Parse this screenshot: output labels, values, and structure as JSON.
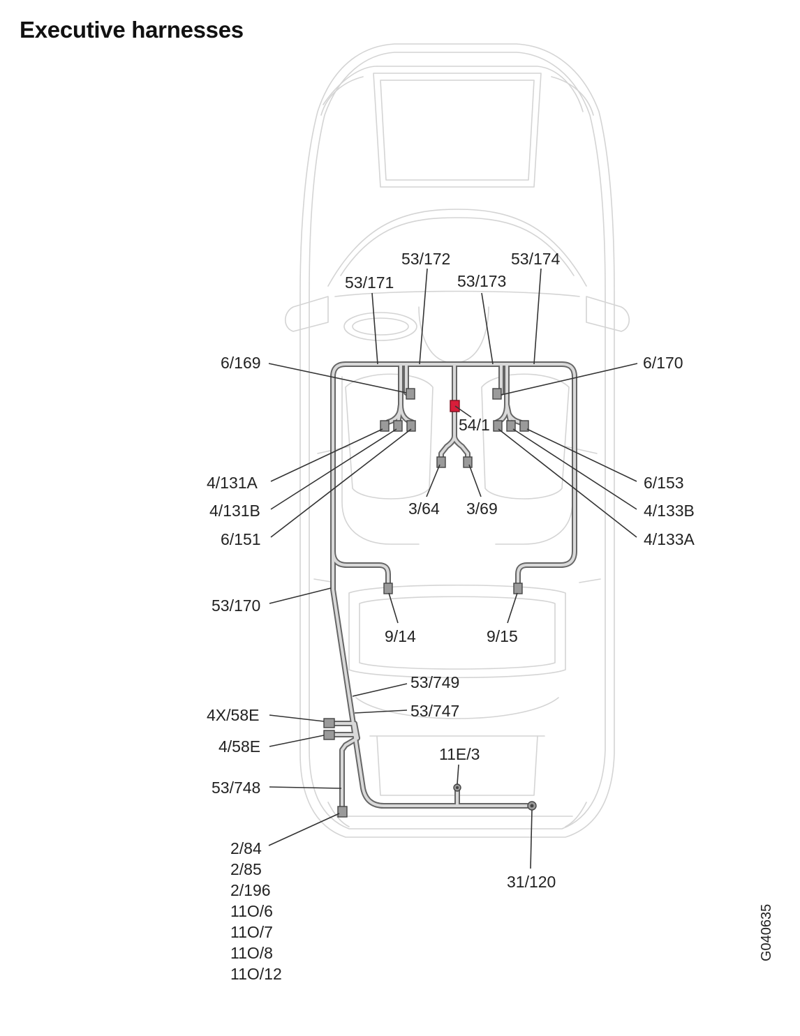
{
  "title": "Executive harnesses",
  "figure_code": "G040635",
  "labels": {
    "l_53_172": "53/172",
    "l_53_174": "53/174",
    "l_53_171": "53/171",
    "l_53_173": "53/173",
    "l_6_169": "6/169",
    "l_6_170": "6/170",
    "l_54_1": "54/1",
    "l_4_131A": "4/131A",
    "l_4_131B": "4/131B",
    "l_6_151": "6/151",
    "l_3_64": "3/64",
    "l_3_69": "3/69",
    "l_6_153": "6/153",
    "l_4_133B": "4/133B",
    "l_4_133A": "4/133A",
    "l_53_170": "53/170",
    "l_9_14": "9/14",
    "l_9_15": "9/15",
    "l_53_749": "53/749",
    "l_53_747": "53/747",
    "l_4X_58E": "4X/58E",
    "l_4_58E": "4/58E",
    "l_11E_3": "11E/3",
    "l_53_748": "53/748",
    "l_31_120": "31/120",
    "l_2_84": "2/84",
    "l_2_85": "2/85",
    "l_2_196": "2/196",
    "l_11O_6": "11O/6",
    "l_11O_7": "11O/7",
    "l_11O_8": "11O/8",
    "l_11O_12": "11O/12"
  },
  "colors": {
    "highlight_connector": "#d81e3a",
    "harness": "#666666",
    "car_outline": "#d4d4d4"
  }
}
